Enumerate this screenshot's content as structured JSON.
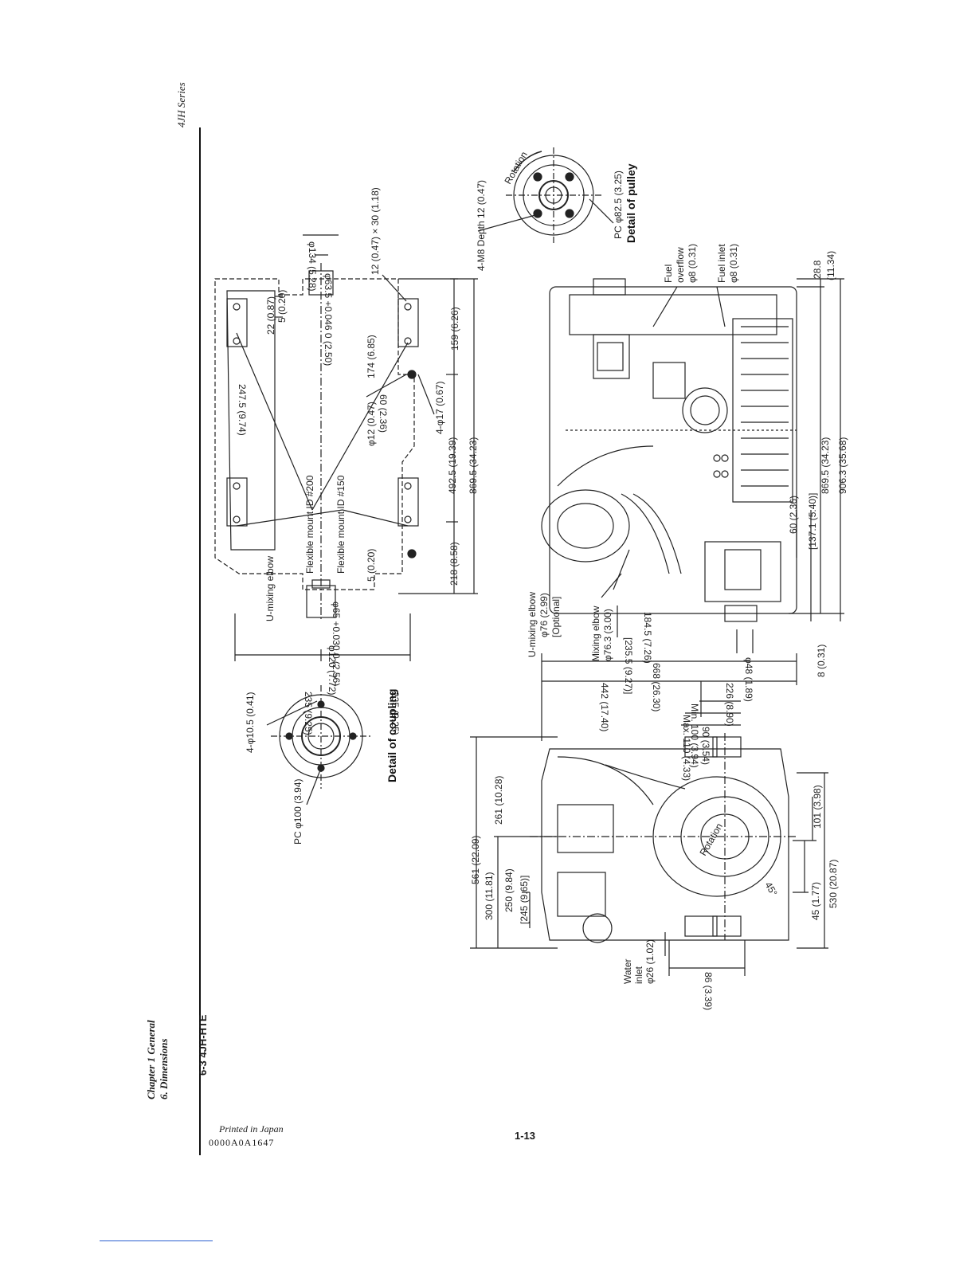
{
  "header": {
    "series": "4JH Series",
    "chapter": "Chapter 1 General",
    "section": "6. Dimensions",
    "figure_title": "6-3 4JH-HTE"
  },
  "footer": {
    "printed": "Printed in Japan",
    "code": "0000A0A1647",
    "page_number": "1-13"
  },
  "coupling_detail": {
    "title": "Detail of coupling",
    "bolt_holes": "4-φ10.5 (0.41)",
    "pitch_circle": "PC φ100 (3.94)"
  },
  "top_view": {
    "labels": {
      "u_mixing": "U-mixing elbow",
      "mount_200": "Flexible mount ID #200",
      "mount_150": "Flexible mount ID #150"
    },
    "dims": {
      "d235a": "235 (9.25)",
      "d235b": "235 (9.25)",
      "d120": "φ120 (7.72)",
      "d65": "φ65 +0.030 0 (2.56)",
      "d5a": "5 (0.20)",
      "d218": "218 (8.58)",
      "d2475": "247.5 (9.74)",
      "d22": "22 (0.87)",
      "d5b": "5 (0.20)",
      "d635": "φ63.5 +0.046 0 (2.50)",
      "d134": "φ134 (5.28)",
      "d12x30": "12 (0.47) × 30 (1.18)",
      "d174": "174 (6.85)",
      "d12": "φ12 (0.47)",
      "d60": "60 (2.36)",
      "d417": "4-φ17 (0.67)",
      "d159": "159 (6.26)",
      "d4925": "492.5 (19.39)",
      "d8695": "869.5 (34.23)"
    }
  },
  "pulley_detail": {
    "title": "Detail of pulley",
    "bolt": "4-M8 Depth 12 (0.47)",
    "rotation": "Rotation",
    "pitch_circle": "PC φ82.5 (3.25)"
  },
  "side_view": {
    "labels": {
      "fuel_overflow_1": "Fuel",
      "fuel_overflow_2": "overflow",
      "fuel_overflow_3": "φ8 (0.31)",
      "fuel_inlet_1": "Fuel inlet",
      "fuel_inlet_2": "φ8 (0.31)",
      "u_mixing_1": "U-mixing elbow",
      "u_mixing_2": "φ76 (2.99)",
      "u_mixing_3": "[Optional]",
      "mixing_1": "Mixing elbow",
      "mixing_2": "φ76.3 (3.00)"
    },
    "dims": {
      "d288": "28.8",
      "d1134": "(11.34)",
      "d60": "60 (2.36)",
      "d1371": "[137.1 (5.40)]",
      "d8695": "869.5 (34.23)",
      "d9063": "906.3 (35.68)",
      "d1845": "184.5 (7.26)",
      "d2355": "[235.5 (9.27)]",
      "d48": "φ48 (1.89)",
      "d8": "8 (0.31)"
    }
  },
  "front_view": {
    "labels": {
      "rotation": "Rotation",
      "water_1": "Water",
      "water_2": "inlet",
      "water_3": "φ26 (1.02)",
      "angle": "45°"
    },
    "dims": {
      "d668": "668 (26.30)",
      "d442": "442 (17.40)",
      "d226": "226 (8.90)",
      "dmin": "Min. 100 (3.94)",
      "dmax": "Max. 110 (4.33)",
      "d90": "90 (3.54)",
      "d561": "561 (22.09)",
      "d300": "300 (11.81)",
      "d261": "261 (10.28)",
      "d250": "250 (9.84)",
      "d245": "[245 (9.65)]",
      "d101": "101 (3.98)",
      "d530": "530 (20.87)",
      "d45": "45 (1.77)",
      "d86": "86 (3.39)"
    }
  }
}
